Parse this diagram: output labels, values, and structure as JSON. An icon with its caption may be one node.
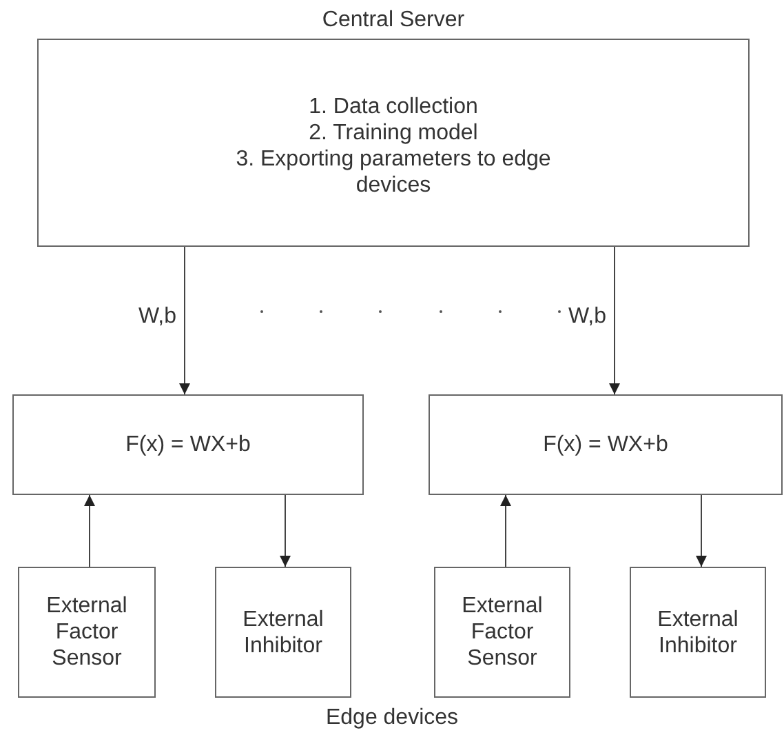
{
  "diagram": {
    "nodes": [
      {
        "text": [
          "Central Server",
          "1. Data collection",
          "2. Training model",
          "3. Exporting parameters to edge devices"
        ]
      },
      {
        "text": [
          "F(x) = WX+b"
        ]
      },
      {
        "text": [
          "F(x) = WX+b"
        ]
      },
      {
        "text": [
          "External Factor Sensor"
        ]
      },
      {
        "text": [
          "External Inhibitor"
        ]
      },
      {
        "text": [
          "External Factor Sensor"
        ]
      },
      {
        "text": [
          "External Inhibitor"
        ]
      }
    ],
    "edges": [
      {
        "from": 0,
        "to": 1,
        "arrow": "to",
        "label": "W,b"
      },
      {
        "from": 0,
        "to": 2,
        "arrow": "to",
        "label": "W,b"
      },
      {
        "from": 3,
        "to": 1,
        "arrow": "to"
      },
      {
        "from": 1,
        "to": 4,
        "arrow": "to"
      },
      {
        "from": 5,
        "to": 2,
        "arrow": "to"
      },
      {
        "from": 2,
        "to": 6,
        "arrow": "to"
      }
    ],
    "labels": [
      "Edge devices"
    ]
  }
}
